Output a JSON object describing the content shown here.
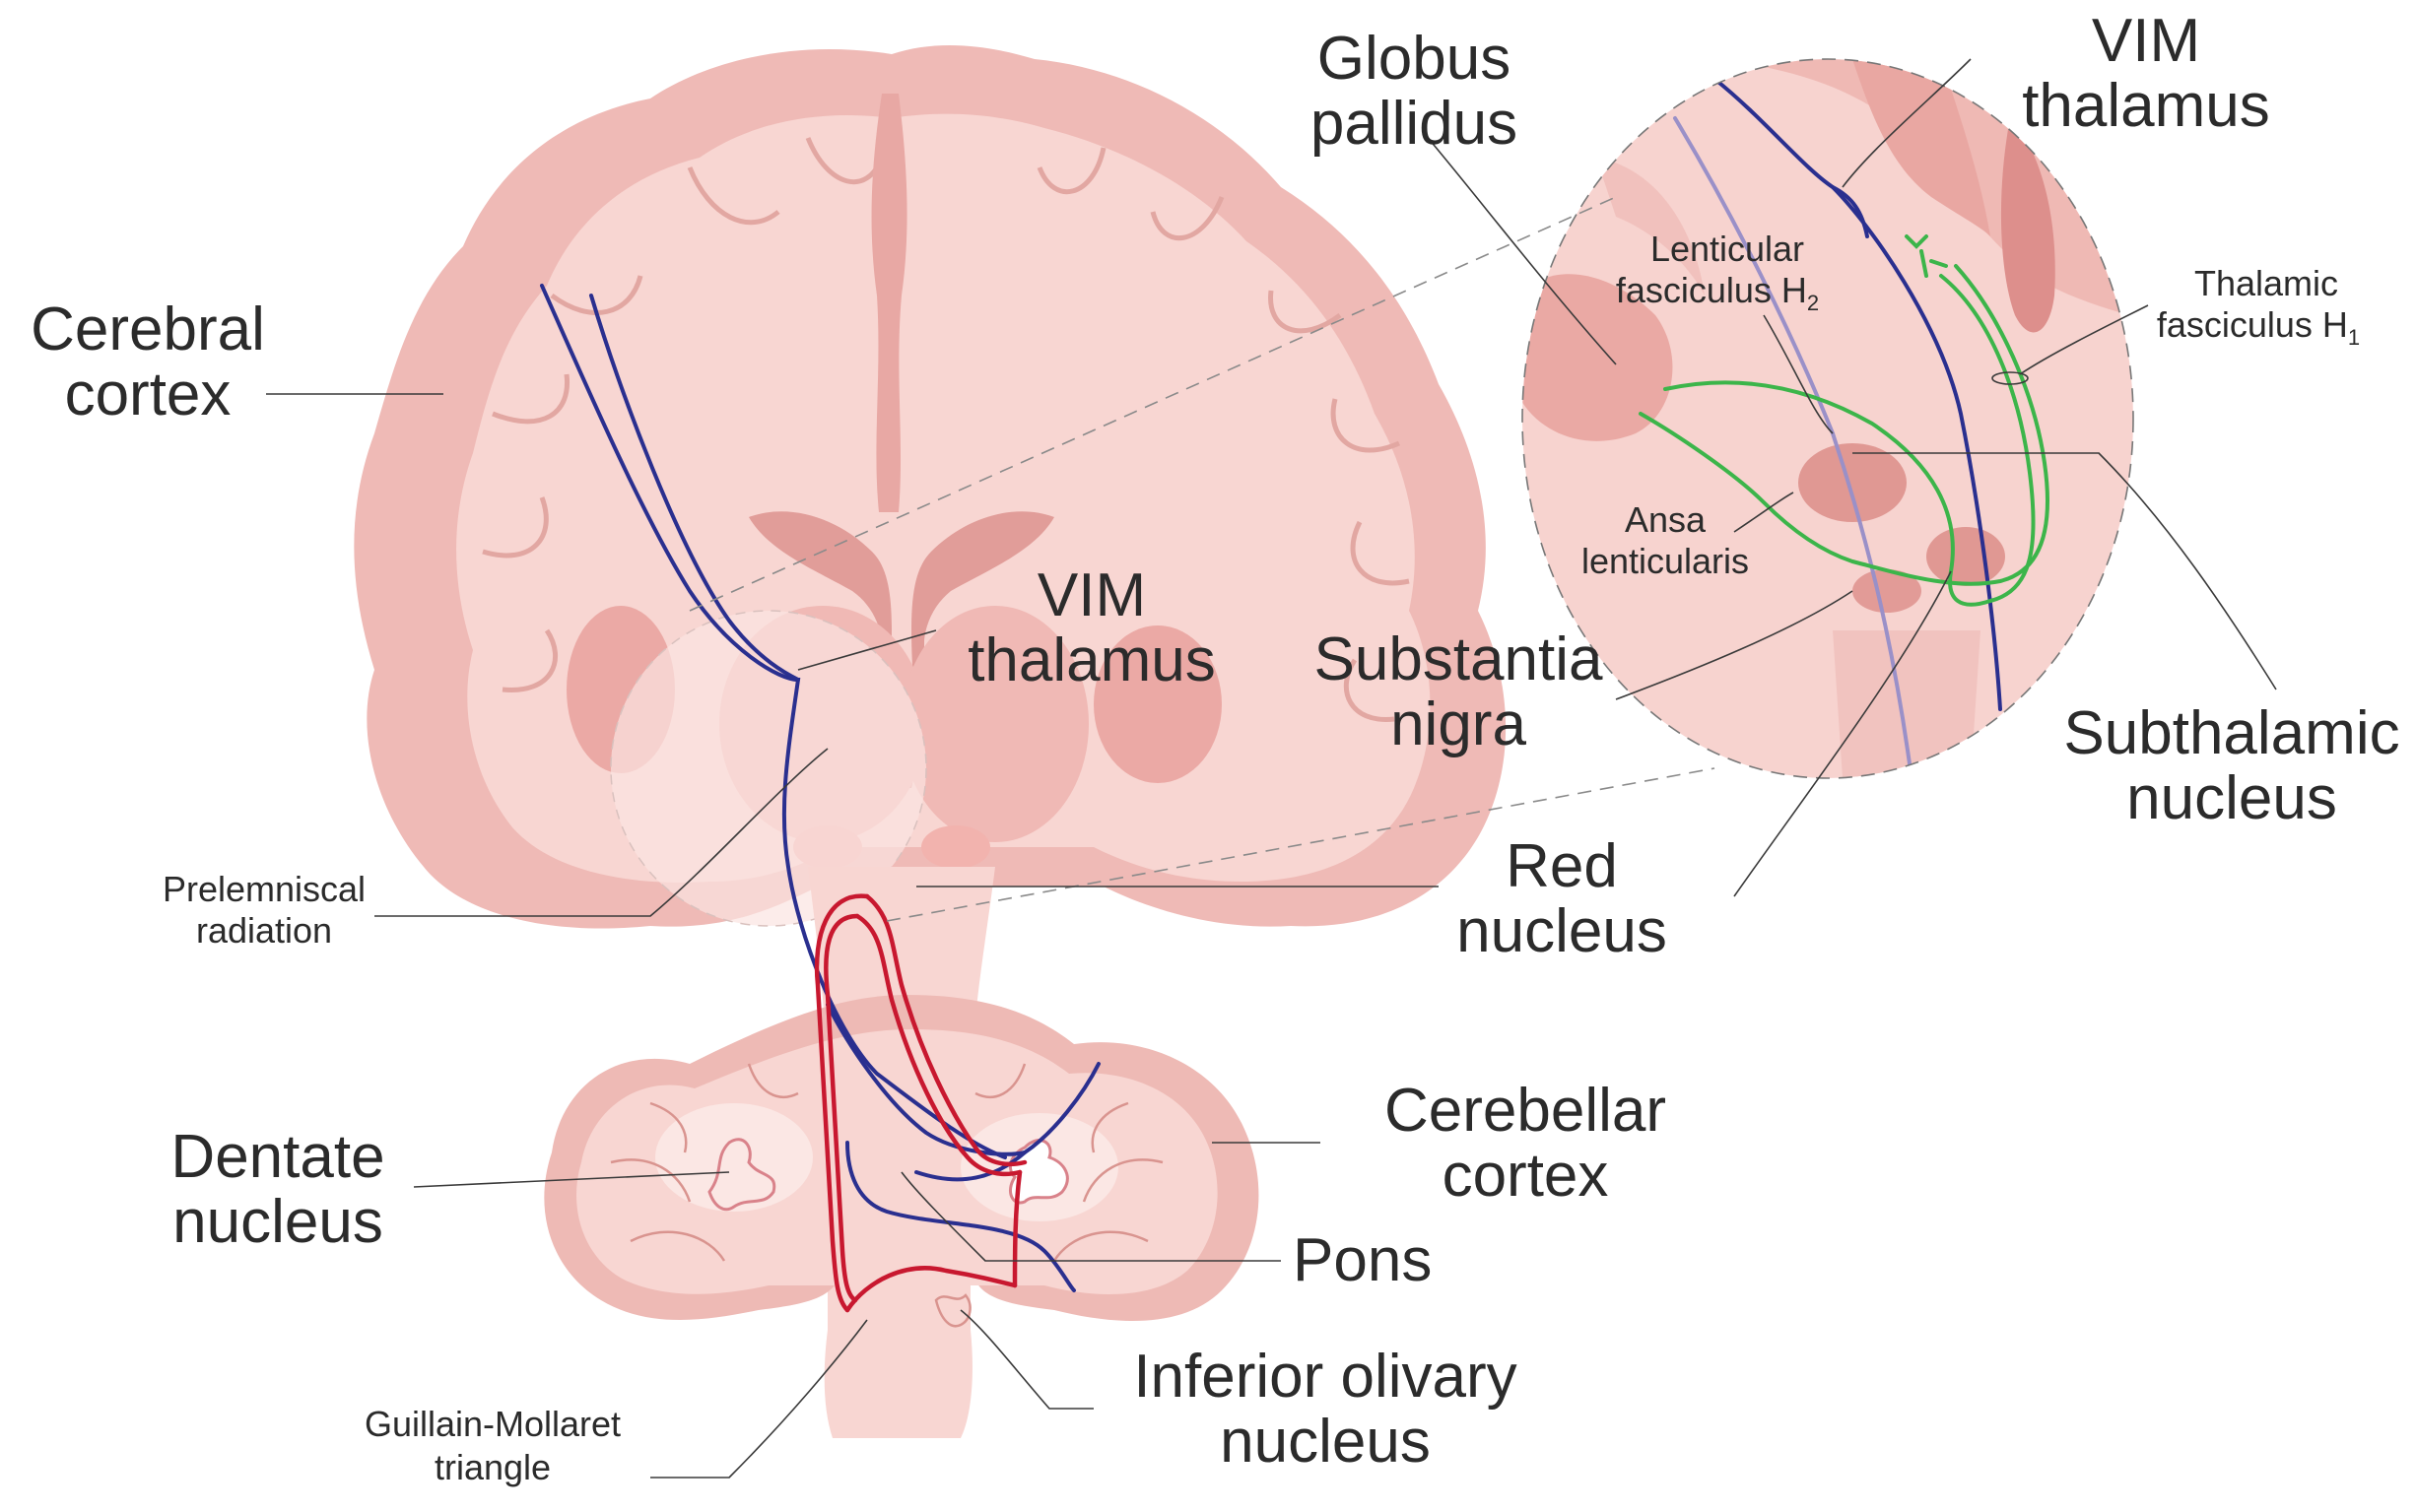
{
  "labels": {
    "cerebral_cortex": [
      "Cerebral",
      "cortex"
    ],
    "globus_pallidus": [
      "Globus",
      "pallidus"
    ],
    "vim_thalamus_inset": [
      "VIM",
      "thalamus"
    ],
    "vim_thalamus_main": [
      "VIM",
      "thalamus"
    ],
    "lenticular_fasciculus": [
      "Lenticular",
      "fasciculus H",
      "2"
    ],
    "thalamic_fasciculus": [
      "Thalamic",
      "fasciculus H",
      "1"
    ],
    "ansa_lenticularis": [
      "Ansa",
      "lenticularis"
    ],
    "substantia_nigra": [
      "Substantia",
      "nigra"
    ],
    "subthalamic_nucleus": [
      "Subthalamic",
      "nucleus"
    ],
    "prelemniscal_radiation": [
      "Prelemniscal",
      "radiation"
    ],
    "red_nucleus": [
      "Red",
      "nucleus"
    ],
    "dentate_nucleus": [
      "Dentate",
      "nucleus"
    ],
    "cerebellar_cortex": [
      "Cerebellar",
      "cortex"
    ],
    "pons": "Pons",
    "inferior_olivary_nucleus": [
      "Inferior olivary",
      "nucleus"
    ],
    "guillain_mollaret_triangle": [
      "Guillain-Mollaret",
      "triangle"
    ]
  },
  "colors": {
    "brain_fill": "#f6cfcb",
    "brain_outline": "#e7b3ae",
    "deep_structure": "#e8a8a4",
    "cerebellothalamic_tract": "#2a2f8f",
    "guillain_mollaret_tract": "#c8182f",
    "pallidothalamic_tract": "#3cb54a"
  }
}
